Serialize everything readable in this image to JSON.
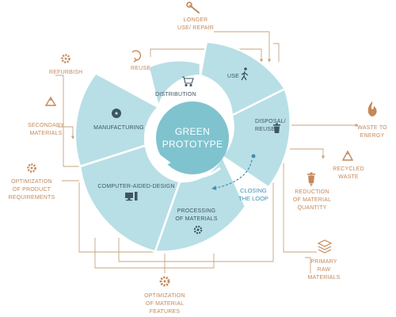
{
  "center": {
    "line1": "GREEN",
    "line2": "PROTOTYPE"
  },
  "segments": {
    "use": "USE",
    "disposal_line1": "DISPOSAL/",
    "disposal_line2": "REUSE",
    "processing_line1": "PROCESSING",
    "processing_line2": "OF MATERIALS",
    "cad": "COMPUTER-AIDED-DESIGN",
    "manufacturing": "MANUFACTURING",
    "distribution": "DISTRIBUTION"
  },
  "closing_loop": {
    "line1": "CLOSING",
    "line2": "THE LOOP"
  },
  "outer": {
    "longer_use_line1": "LONGER",
    "longer_use_line2": "USE/ REPAIR",
    "reuse": "REUSE",
    "refurbish": "REFURBISH",
    "secondary_line1": "SECONDARY",
    "secondary_line2": "MATERIALS",
    "opt_req_line1": "OPTIMIZATION",
    "opt_req_line2": "OF PRODUCT",
    "opt_req_line3": "REQUIREMENTS",
    "waste_energy_line1": "WASTE TO",
    "waste_energy_line2": "ENERGY",
    "recycled_line1": "RECYCLED",
    "recycled_line2": "WASTE",
    "reduction_line1": "REDUCTION",
    "reduction_line2": "OF MATERIAL",
    "reduction_line3": "QUANTITY",
    "primary_line1": "PRIMARY",
    "primary_line2": "RAW",
    "primary_line3": "MATERIALS",
    "opt_feat_line1": "OPTIMIZATION",
    "opt_feat_line2": "OF MATERIAL",
    "opt_feat_line3": "FEATURES"
  },
  "colors": {
    "segment_fill": "#b8dfe6",
    "segment_stroke": "#ffffff",
    "center_fill": "#7fc3cf",
    "flow_line": "#c9a37e",
    "outer_label": "#c4885a",
    "segment_label": "#3f5563",
    "loop_accent": "#3f8fb5"
  },
  "icons": {
    "longer_use": "wrench-icon",
    "reuse": "cycle-arrows-icon",
    "refurbish": "gear-icon",
    "secondary_materials": "recycle-icon",
    "optimization_requirements": "gear-icon",
    "use": "walking-person-icon",
    "distribution": "shopping-cart-icon",
    "disposal": "trash-bin-icon",
    "manufacturing": "disc-icon",
    "cad": "computer-icon",
    "processing": "gear-icon",
    "waste_to_energy": "flame-icon",
    "recycled_waste": "recycle-icon",
    "reduction": "trash-bin-icon",
    "primary_raw": "stack-icon",
    "optimization_features": "gear-icon"
  }
}
